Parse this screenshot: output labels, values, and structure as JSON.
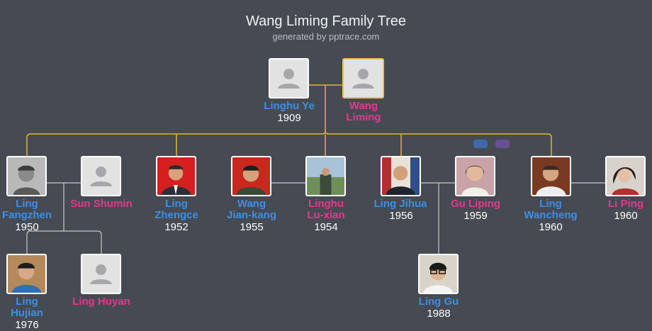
{
  "header": {
    "title": "Wang Liming Family Tree",
    "subtitle": "generated by pptrace.com"
  },
  "colors": {
    "male": "#3b8fe8",
    "female": "#e8368f",
    "line_gold": "#e0b531",
    "line_gray": "#c8c8c8",
    "background": "#464a52"
  },
  "people": {
    "linghu_ye": {
      "name": "Linghu Ye",
      "year": "1909",
      "gender": "male",
      "photo": "placeholder-avatar"
    },
    "wang_liming": {
      "name_lines": [
        "Wang",
        "Liming"
      ],
      "gender": "female",
      "photo": "placeholder-avatar"
    },
    "ling_fangzhen": {
      "name_lines": [
        "Ling",
        "Fangzhen"
      ],
      "year": "1950",
      "gender": "male",
      "photo": "portrait"
    },
    "sun_shumin": {
      "name": "Sun Shumin",
      "gender": "female",
      "photo": "placeholder-avatar"
    },
    "ling_zhengce": {
      "name_lines": [
        "Ling",
        "Zhengce"
      ],
      "year": "1952",
      "gender": "male",
      "photo": "portrait"
    },
    "wang_jiankang": {
      "name_lines": [
        "Wang",
        "Jian-kang"
      ],
      "year": "1955",
      "gender": "male",
      "photo": "portrait"
    },
    "linghu_luxian": {
      "name_lines": [
        "Linghu",
        "Lu-xian"
      ],
      "year": "1954",
      "gender": "female",
      "photo": "portrait"
    },
    "ling_jihua": {
      "name": "Ling Jihua",
      "year": "1956",
      "gender": "male",
      "photo": "portrait"
    },
    "gu_liping": {
      "name": "Gu Liping",
      "year": "1959",
      "gender": "female",
      "photo": "portrait"
    },
    "ling_wancheng": {
      "name_lines": [
        "Ling",
        "Wancheng"
      ],
      "year": "1960",
      "gender": "male",
      "photo": "portrait"
    },
    "li_ping": {
      "name": "Li Ping",
      "year": "1960",
      "gender": "female",
      "photo": "portrait"
    },
    "ling_hujian": {
      "name_lines": [
        "Ling",
        "Hujian"
      ],
      "year": "1976",
      "gender": "male",
      "photo": "portrait"
    },
    "ling_huyan": {
      "name": "Ling Huyan",
      "gender": "female",
      "photo": "placeholder-avatar"
    },
    "ling_gu": {
      "name": "Ling Gu",
      "year": "1988",
      "gender": "male",
      "photo": "portrait"
    }
  },
  "connector_pills": [
    {
      "color": "#3e6aa8"
    },
    {
      "color": "#6a4f93"
    }
  ]
}
